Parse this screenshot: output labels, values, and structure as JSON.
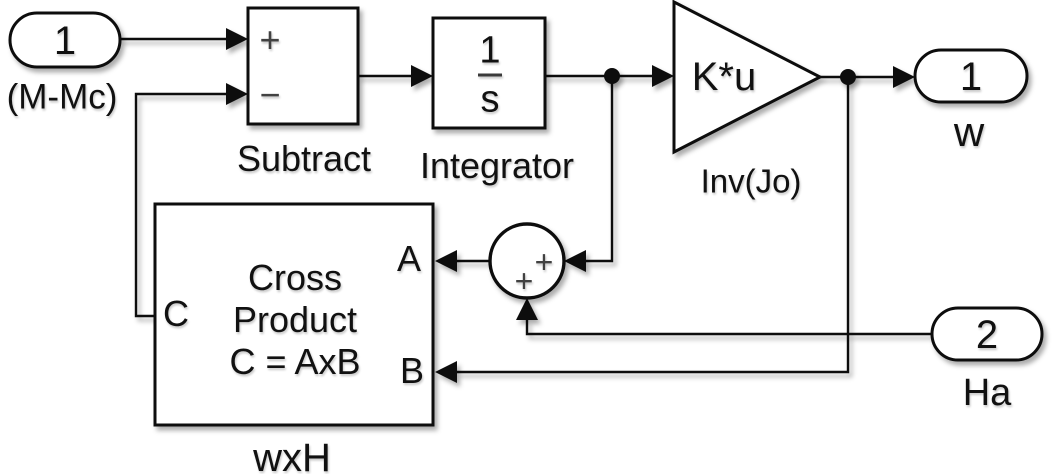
{
  "diagram_type": "simulink-block-diagram",
  "colors": {
    "background": "#ffffff",
    "stroke": "#0d0d0d",
    "sign_gray": "#414141"
  },
  "inports": [
    {
      "number": "1",
      "label": "(M-Mc)"
    },
    {
      "number": "2",
      "label": "Ha"
    }
  ],
  "outports": [
    {
      "number": "1",
      "label": "w"
    }
  ],
  "blocks": {
    "subtract": {
      "label": "Subtract",
      "plus_sign": "+",
      "minus_sign": "−"
    },
    "integrator": {
      "label": "Integrator",
      "numerator": "1",
      "denominator": "s"
    },
    "gain": {
      "expression": "K*u",
      "label": "Inv(Jo)"
    },
    "sum": {
      "plus_sign_right": "+",
      "plus_sign_bottom": "+"
    },
    "cross_product": {
      "title_line1": "Cross",
      "title_line2": "Product",
      "title_line3": "C = AxB",
      "label": "wxH",
      "port_a": "A",
      "port_b": "B",
      "port_c": "C"
    }
  }
}
